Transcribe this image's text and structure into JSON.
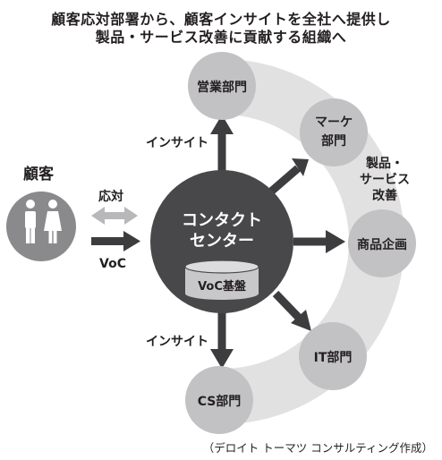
{
  "title": {
    "line1": "顧客応対部署から、顧客インサイトを全社へ提供し",
    "line2": "製品・サービス改善に貢献する組織へ"
  },
  "customer": {
    "label": "顧客"
  },
  "arrows": {
    "response": "応対",
    "voc": "VoC",
    "insight_top": "インサイト",
    "insight_bottom": "インサイト"
  },
  "center": {
    "line1": "コンタクト",
    "line2": "センター",
    "database": "VoC基盤"
  },
  "departments": {
    "sales": "営業部門",
    "marketing_line1": "マーケ",
    "marketing_line2": "部門",
    "product_planning": "商品企画",
    "it": "IT部門",
    "cs": "CS部門"
  },
  "band_label": {
    "line1": "製品・",
    "line2": "サービス",
    "line3": "改善"
  },
  "credit": "（デロイト トーマツ コンサルティング作成）",
  "colors": {
    "center_circle": "#48484a",
    "dept_circle": "#c2c2c4",
    "band": "#e1e1e2",
    "arrow": "#3d3d3f",
    "response_arrow": "#b8b8ba",
    "customer_circle": "#8a8a8c",
    "database": "#c8c8ca"
  }
}
